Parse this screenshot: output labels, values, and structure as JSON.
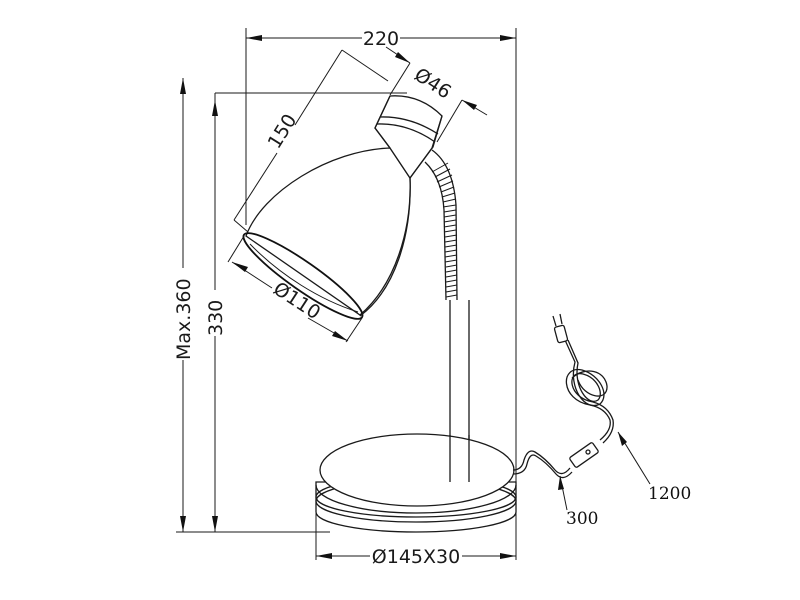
{
  "diagram": {
    "subject": "Desk lamp dimension drawing",
    "units": "mm",
    "dimensions": {
      "overall_width": "220",
      "head_diameter": "Ø46",
      "shade_length": "150",
      "shade_diameter": "Ø110",
      "max_height": "Max.360",
      "height": "330",
      "base": "Ø145X30",
      "cable_to_switch": "300",
      "cable_total": "1200"
    },
    "components": [
      "lamp shade",
      "lamp head collar",
      "gooseneck arm",
      "stem",
      "round base",
      "inline switch",
      "power cable",
      "plug"
    ],
    "colors": {
      "line": "#1a1a1a",
      "background": "#ffffff"
    }
  }
}
